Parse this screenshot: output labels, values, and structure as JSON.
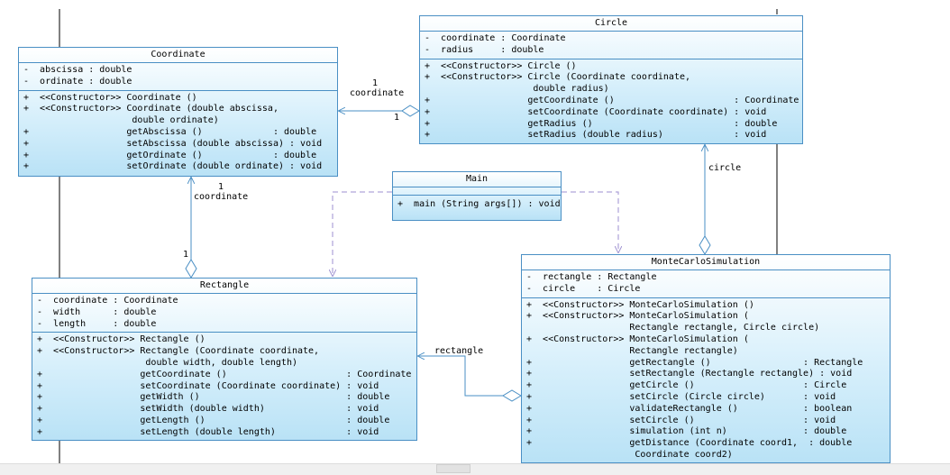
{
  "classes": {
    "coordinate": {
      "name": "Coordinate",
      "attributes": [
        "-  abscissa : double",
        "-  ordinate : double"
      ],
      "operations": [
        "+  <<Constructor>> Coordinate ()",
        "+  <<Constructor>> Coordinate (double abscissa,",
        "                    double ordinate)",
        "+                  getAbscissa ()             : double",
        "+                  setAbscissa (double abscissa) : void",
        "+                  getOrdinate ()             : double",
        "+                  setOrdinate (double ordinate) : void"
      ]
    },
    "circle": {
      "name": "Circle",
      "attributes": [
        "-  coordinate : Coordinate",
        "-  radius     : double"
      ],
      "operations": [
        "+  <<Constructor>> Circle ()",
        "+  <<Constructor>> Circle (Coordinate coordinate,",
        "                    double radius)",
        "+                  getCoordinate ()                      : Coordinate",
        "+                  setCoordinate (Coordinate coordinate) : void",
        "+                  getRadius ()                          : double",
        "+                  setRadius (double radius)             : void"
      ]
    },
    "main": {
      "name": "Main",
      "attributes": [],
      "operations": [
        "+  main (String args[]) : void"
      ]
    },
    "rectangle": {
      "name": "Rectangle",
      "attributes": [
        "-  coordinate : Coordinate",
        "-  width      : double",
        "-  length     : double"
      ],
      "operations": [
        "+  <<Constructor>> Rectangle ()",
        "+  <<Constructor>> Rectangle (Coordinate coordinate,",
        "                    double width, double length)",
        "+                  getCoordinate ()                      : Coordinate",
        "+                  setCoordinate (Coordinate coordinate) : void",
        "+                  getWidth ()                           : double",
        "+                  setWidth (double width)               : void",
        "+                  getLength ()                          : double",
        "+                  setLength (double length)             : void"
      ]
    },
    "montecarlo": {
      "name": "MonteCarloSimulation",
      "attributes": [
        "-  rectangle : Rectangle",
        "-  circle    : Circle"
      ],
      "operations": [
        "+  <<Constructor>> MonteCarloSimulation ()",
        "+  <<Constructor>> MonteCarloSimulation (",
        "                   Rectangle rectangle, Circle circle)",
        "+  <<Constructor>> MonteCarloSimulation (",
        "                   Rectangle rectangle)",
        "+                  getRectangle ()                 : Rectangle",
        "+                  setRectangle (Rectangle rectangle) : void",
        "+                  getCircle ()                    : Circle",
        "+                  setCircle (Circle circle)       : void",
        "+                  validateRectangle ()            : boolean",
        "+                  setCircle ()                    : void",
        "+                  simulation (int n)              : double",
        "+                  getDistance (Coordinate coord1,  : double",
        "                    Coordinate coord2)"
      ]
    }
  },
  "associations": {
    "circle_coordinate": {
      "label": "coordinate",
      "target_mult": "1",
      "source_mult": "1"
    },
    "rectangle_coordinate": {
      "label": "coordinate",
      "target_mult": "1",
      "source_mult": "1"
    },
    "mc_circle": {
      "label": "circle"
    },
    "mc_rectangle": {
      "label": "rectangle"
    }
  },
  "colors": {
    "border": "#4a8fc4",
    "fill_top": "#ffffff",
    "fill_bottom": "#b9e2f6",
    "edge": "#4a8fc4",
    "dependency": "#9c8fd0"
  }
}
